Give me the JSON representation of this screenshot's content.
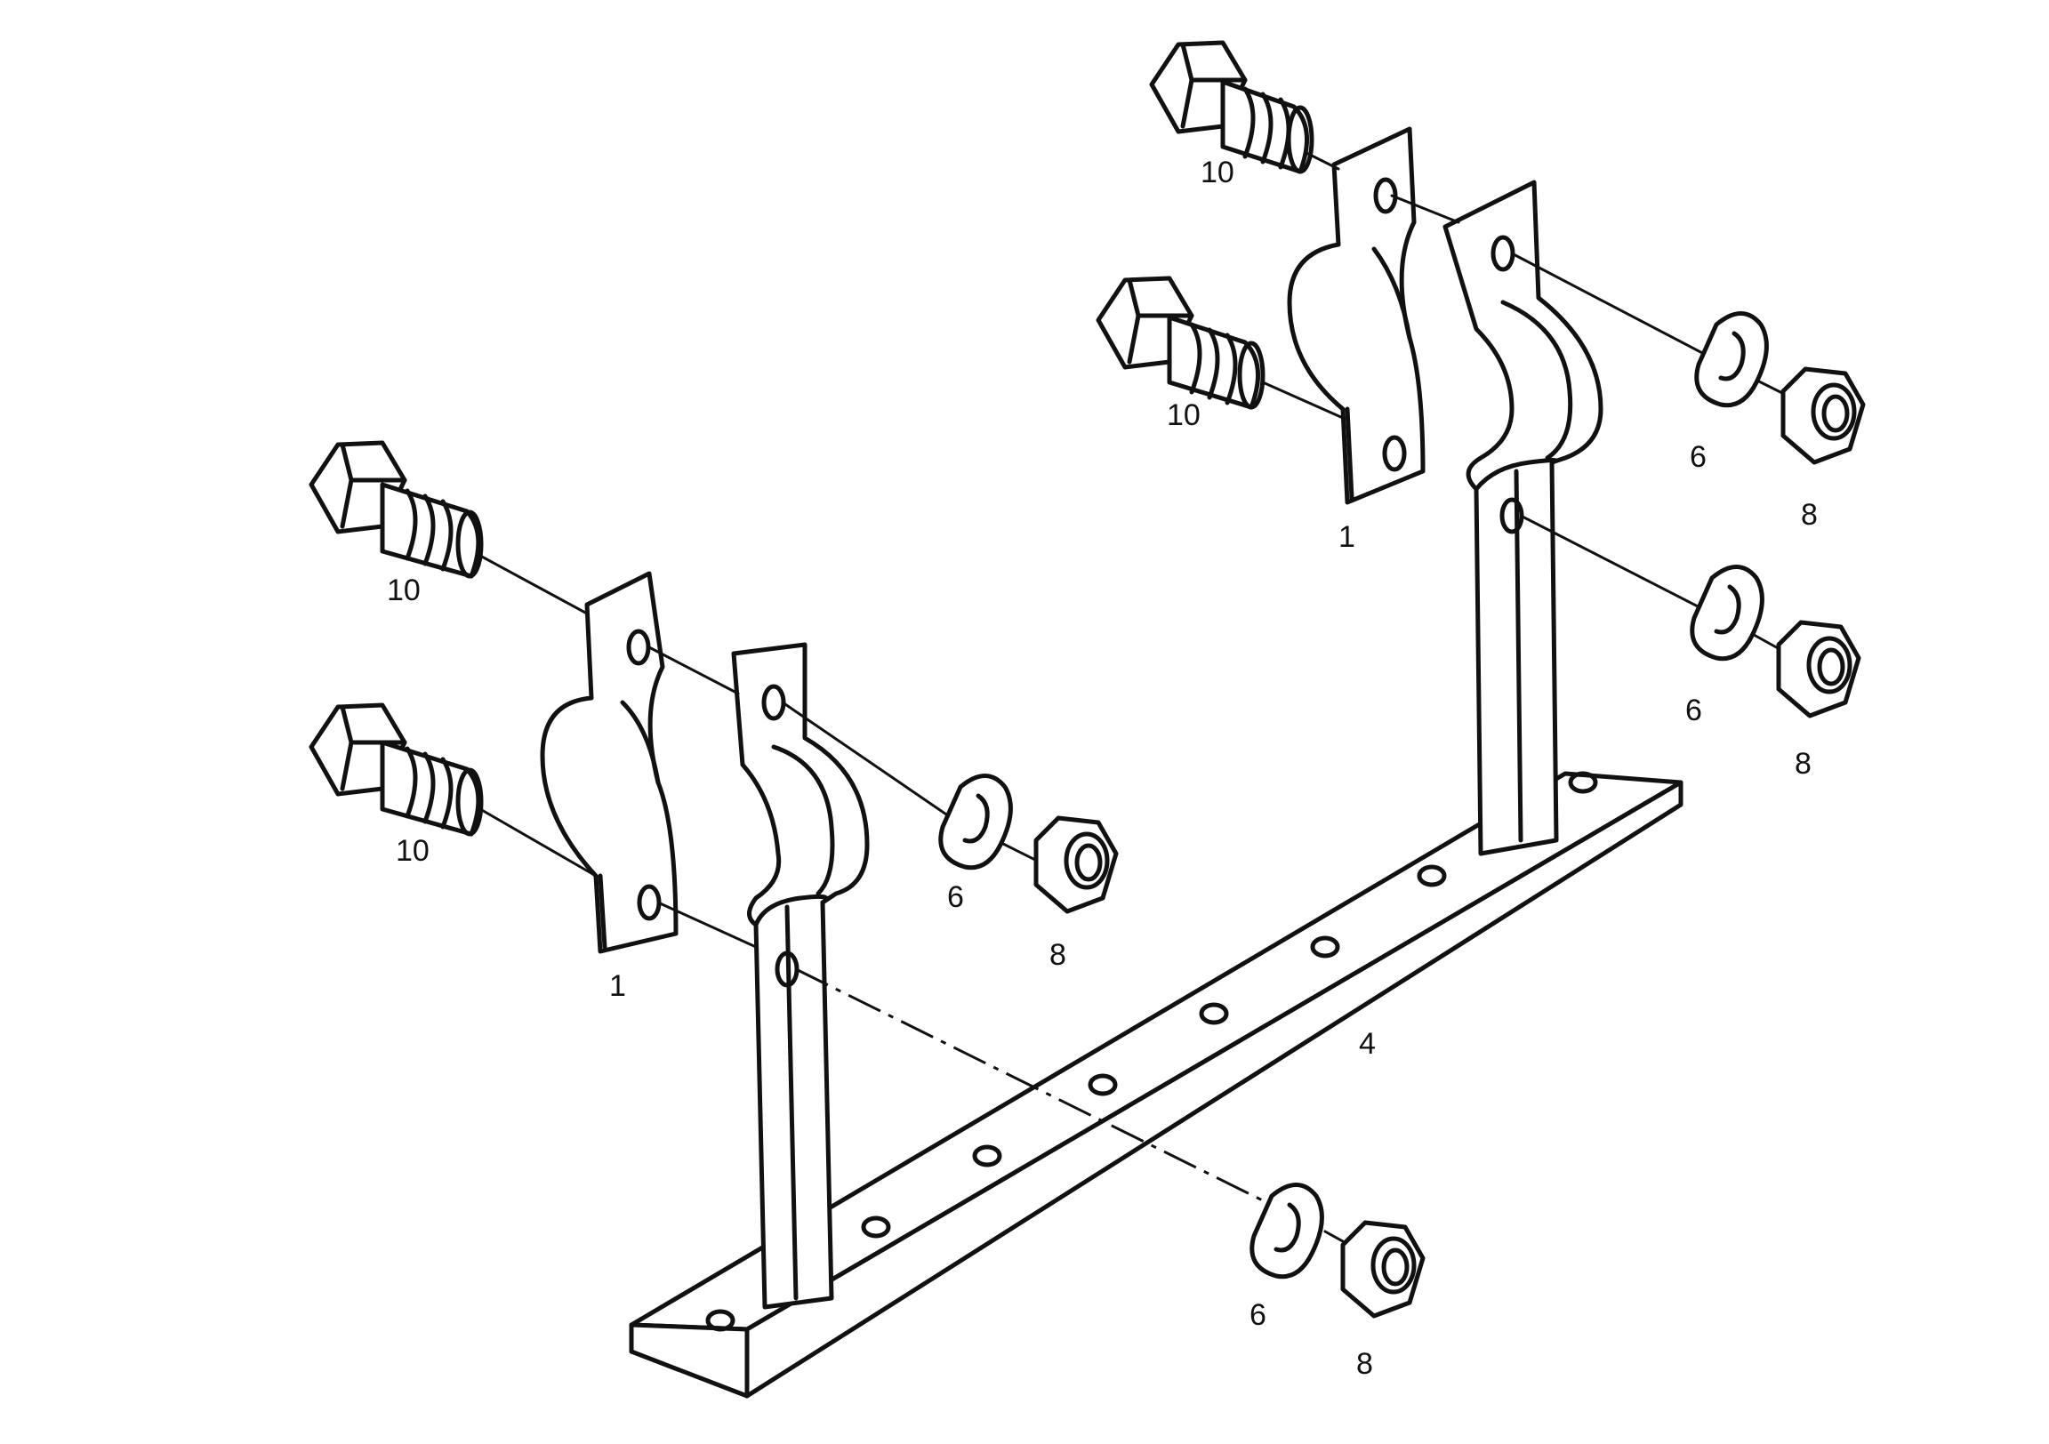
{
  "callouts": {
    "bolt_top_right": "10",
    "bolt_mid_right": "10",
    "bolt_top_left": "10",
    "bolt_bottom_left": "10",
    "washer_right_top": "6",
    "nut_right_top": "8",
    "washer_right_bottom": "6",
    "nut_right_bottom": "8",
    "washer_left": "6",
    "nut_left": "8",
    "washer_lower": "6",
    "nut_lower": "8",
    "clamp_right": "1",
    "clamp_left": "1",
    "base_plate": "4"
  },
  "colors": {
    "line": "#111111",
    "background": "#ffffff"
  }
}
